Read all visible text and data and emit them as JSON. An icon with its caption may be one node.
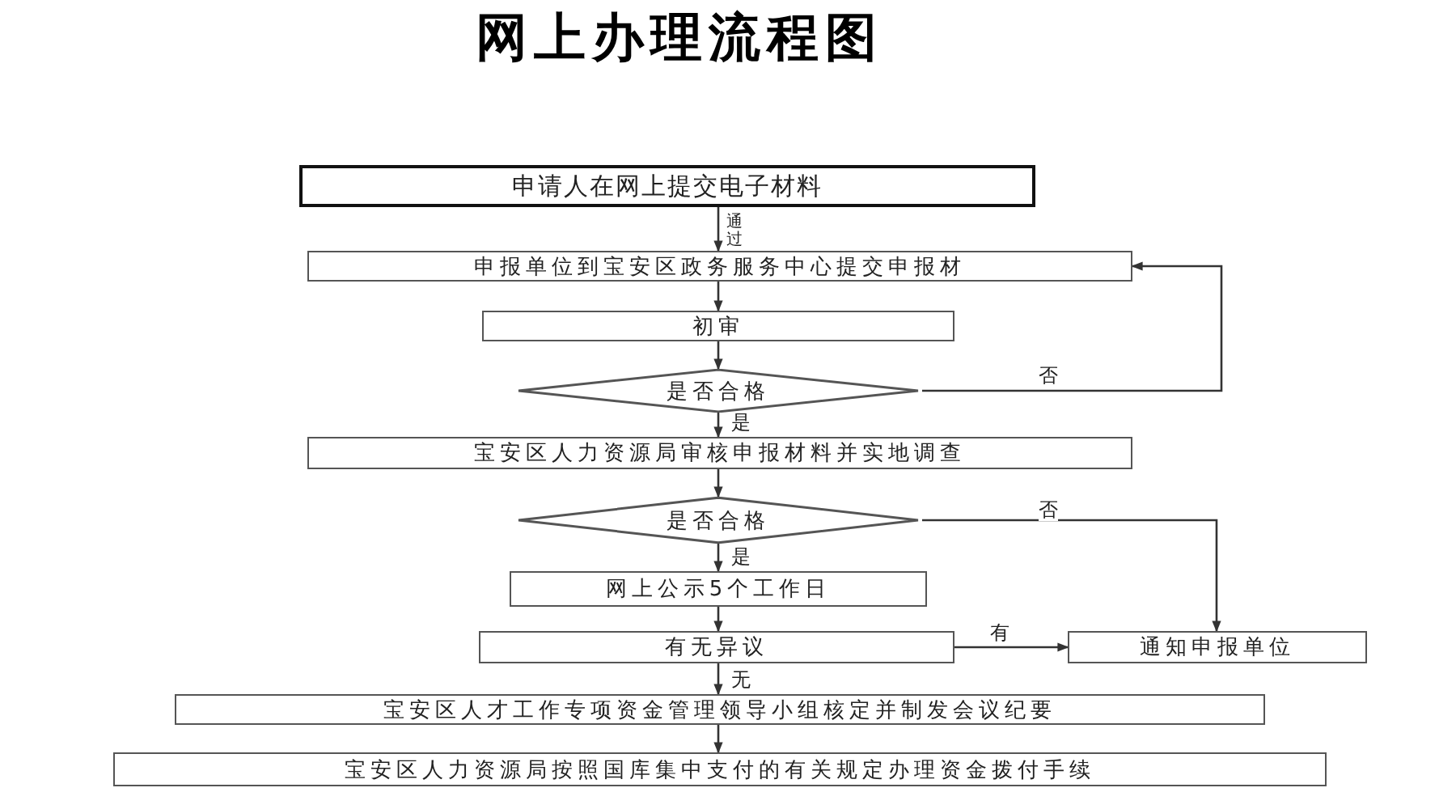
{
  "diagram": {
    "title": "网上办理流程图",
    "nodes": [
      {
        "text": [
          "申请人在网上提交电子材料"
        ]
      },
      {
        "text": [
          "申报单位到宝安区政务服务中心提交申报材"
        ]
      },
      {
        "text": [
          "初审"
        ]
      },
      {
        "text": [
          "是否合格"
        ]
      },
      {
        "text": [
          "宝安区人力资源局审核申报材料并实地调查"
        ]
      },
      {
        "text": [
          "是否合格"
        ]
      },
      {
        "text": [
          "网上公示5个工作日"
        ]
      },
      {
        "text": [
          "有无异议"
        ]
      },
      {
        "text": [
          "通知申报单位"
        ]
      },
      {
        "text": [
          "宝安区人才工作专项资金管理领导小组核定并制发会议纪要"
        ]
      },
      {
        "text": [
          "宝安区人力资源局按照国库集中支付的有关规定办理资金拨付手续"
        ]
      }
    ],
    "edges": [
      {
        "from": 0,
        "to": 1,
        "arrow": "to",
        "label": "通过"
      },
      {
        "from": 1,
        "to": 2,
        "arrow": "to"
      },
      {
        "from": 2,
        "to": 3,
        "arrow": "to"
      },
      {
        "from": 3,
        "to": 1,
        "arrow": "to",
        "label": "否"
      },
      {
        "from": 3,
        "to": 4,
        "arrow": "to",
        "label": "是"
      },
      {
        "from": 4,
        "to": 5,
        "arrow": "to"
      },
      {
        "from": 5,
        "to": 8,
        "arrow": "to",
        "label": "否"
      },
      {
        "from": 5,
        "to": 6,
        "arrow": "to",
        "label": "是"
      },
      {
        "from": 6,
        "to": 7,
        "arrow": "to"
      },
      {
        "from": 7,
        "to": 8,
        "arrow": "to",
        "label": "有"
      },
      {
        "from": 7,
        "to": 9,
        "arrow": "to",
        "label": "无"
      },
      {
        "from": 9,
        "to": 10,
        "arrow": "to"
      }
    ]
  }
}
